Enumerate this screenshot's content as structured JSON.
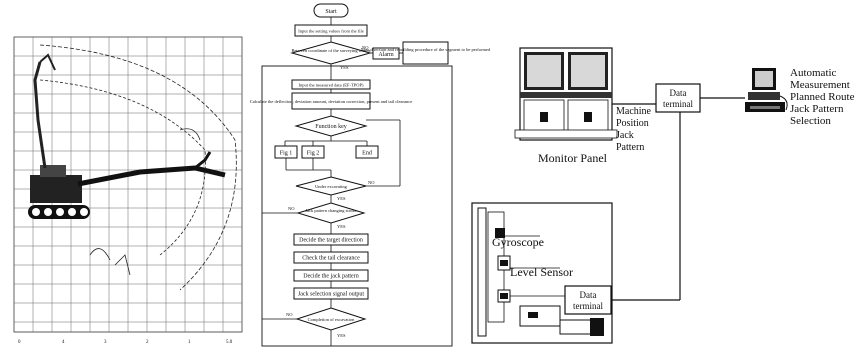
{
  "flowchart": {
    "start": "Start",
    "input_step": "Input the setting values from the file",
    "decision_connect": "Between coordinate of the surveying results",
    "alarm": "Alarm",
    "alarm_note": "New direction and rebuilding procedure of the segment to be performed",
    "no_label": "NO",
    "yes_label": "YES",
    "input_measured": "Input the measured data (EF-TPOP)",
    "calculate": "Calculate the deflection, deviation amount, deviation correction, present and tail clearance",
    "function_key": "Function key",
    "fig1": "Fig 1",
    "fig2": "Fig 2",
    "end": "End",
    "under_excavating": "Under excavating",
    "jack_pattern_change": "Jack pattern changing stroke",
    "decide_target": "Decide the target direction",
    "check_tail": "Check the tail clearance",
    "decide_jack": "Decide the jack pattern",
    "jack_output": "Jack selection signal output",
    "completion": "Completion of excavation"
  },
  "system": {
    "monitor_panel": "Monitor Panel",
    "machine_labels": [
      "Machine",
      "Position",
      "Jack",
      "Pattern"
    ],
    "data_terminal_top": [
      "Data",
      "terminal"
    ],
    "automatic_labels": [
      "Automatic",
      "Measurement",
      "Planned Route",
      "Jack Pattern",
      "Selection"
    ],
    "gyroscope": "Gyroscope",
    "level_sensor": "Level Sensor",
    "data_terminal_bottom": [
      "Data",
      "terminal"
    ]
  },
  "plan": {
    "axis_labels": [
      "4",
      "3",
      "2",
      "1",
      "0",
      "5.0"
    ]
  }
}
